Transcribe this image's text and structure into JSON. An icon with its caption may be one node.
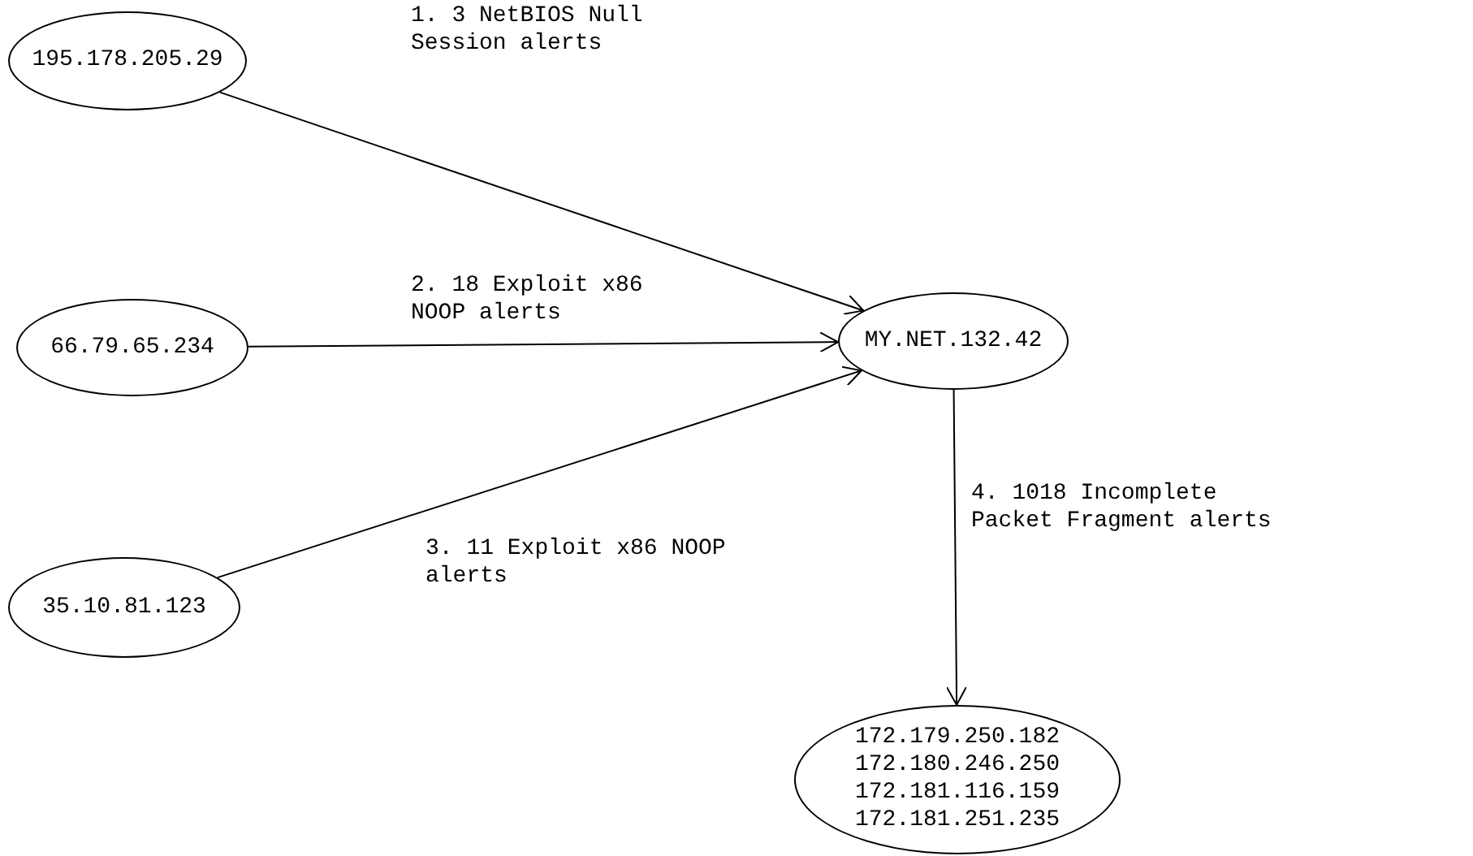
{
  "diagram": {
    "nodes": [
      {
        "text": [
          "195.178.205.29"
        ]
      },
      {
        "text": [
          "66.79.65.234"
        ]
      },
      {
        "text": [
          "35.10.81.123"
        ]
      },
      {
        "text": [
          "MY.NET.132.42"
        ]
      },
      {
        "text": [
          "172.179.250.182",
          "172.180.246.250",
          "172.181.116.159",
          "172.181.251.235"
        ]
      }
    ],
    "edges": [
      {
        "from": 0,
        "to": 3,
        "arrow": "to",
        "label": "1. 3 NetBIOS Null Session alerts"
      },
      {
        "from": 1,
        "to": 3,
        "arrow": "to",
        "label": "2. 18 Exploit x86 NOOP alerts"
      },
      {
        "from": 2,
        "to": 3,
        "arrow": "to",
        "label": "3. 11 Exploit x86 NOOP alerts"
      },
      {
        "from": 3,
        "to": 4,
        "arrow": "to",
        "label": "4. 1018 Incomplete Packet Fragment alerts"
      }
    ]
  }
}
